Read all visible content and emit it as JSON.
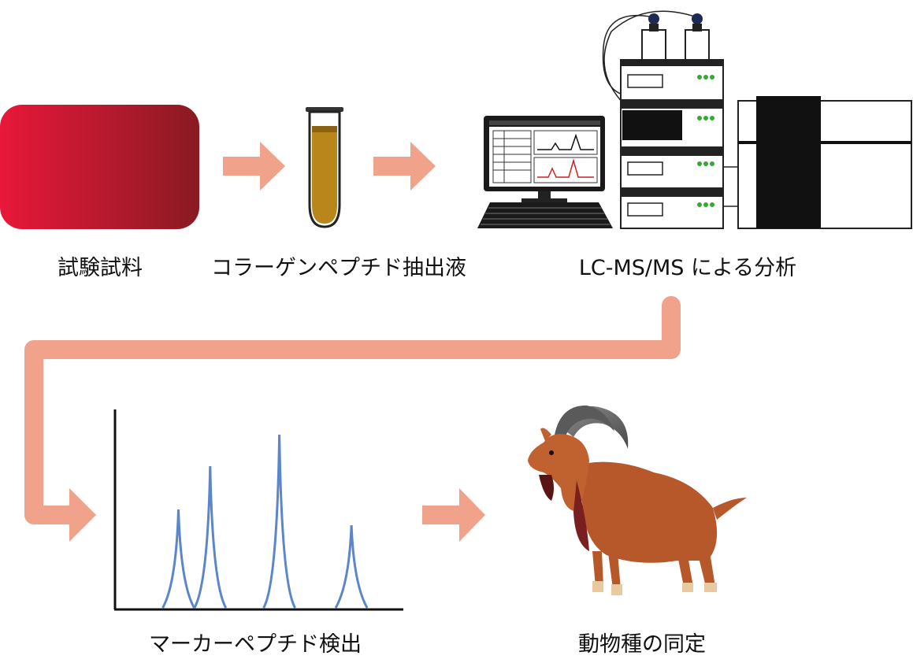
{
  "labels": {
    "sample": "試験試料",
    "extract": "コラーゲンペプチド抽出液",
    "analysis": "LC-MS/MS による分析",
    "detection": "マーカーペプチド検出",
    "identification": "動物種の同定"
  },
  "colors": {
    "arrow": "#f0a28a",
    "sample_start": "#e8183a",
    "sample_end": "#8a1a22",
    "tube_fill": "#b8861a",
    "peak": "#5b86c9",
    "goat_body": "#b7582b",
    "horn": "#6b6b6b"
  },
  "chart_data": {
    "type": "line",
    "title": "",
    "xlabel": "",
    "ylabel": "",
    "peaks": [
      {
        "center": 0.22,
        "height": 0.5
      },
      {
        "center": 0.33,
        "height": 0.72
      },
      {
        "center": 0.57,
        "height": 0.88
      },
      {
        "center": 0.82,
        "height": 0.42
      }
    ]
  }
}
